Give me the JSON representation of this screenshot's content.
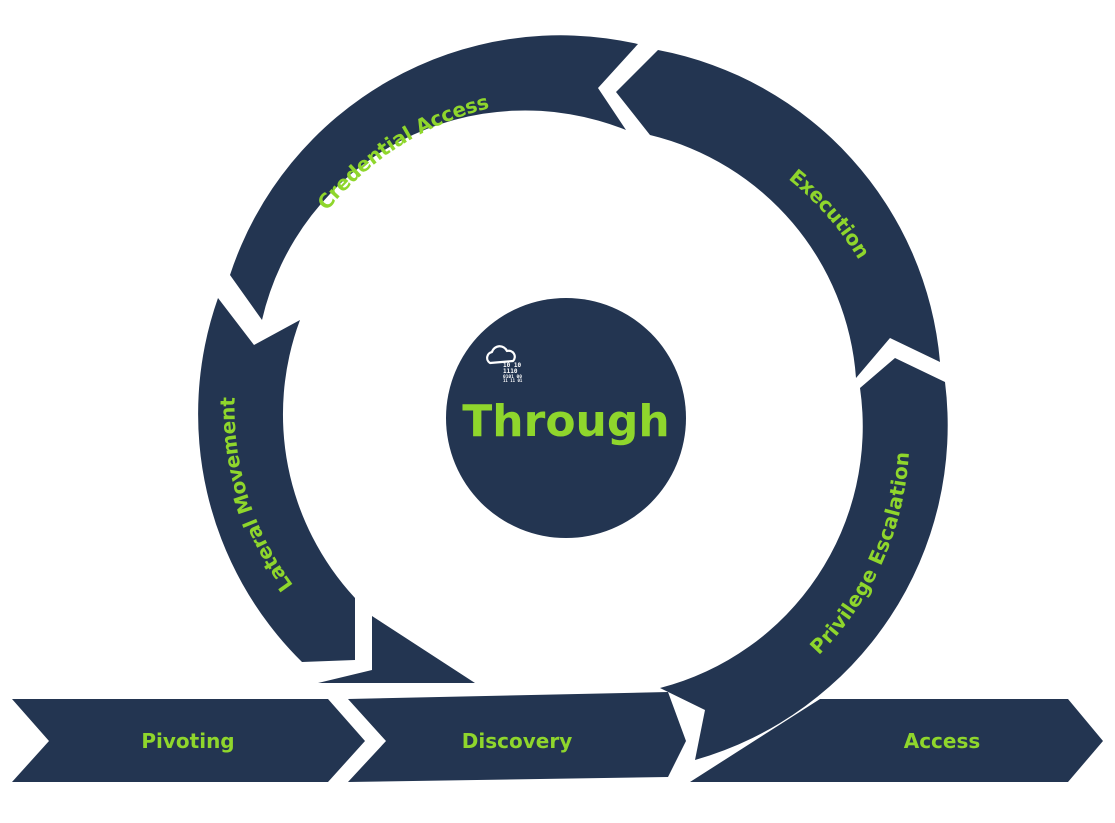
{
  "colors": {
    "navy": "#233551",
    "accent": "#8fd62c",
    "background": "#ffffff"
  },
  "center": {
    "title": "Through",
    "icon": "cloud-binary-icon",
    "binary_lines": [
      "10  10",
      "1110",
      "0101  00",
      "11  11 01"
    ]
  },
  "cycle": [
    {
      "id": "credential-access",
      "label": "Credential Access"
    },
    {
      "id": "execution",
      "label": "Execution"
    },
    {
      "id": "privilege-escalation",
      "label": "Privilege Escalation"
    },
    {
      "id": "lateral-movement",
      "label": "Lateral Movement"
    }
  ],
  "track": [
    {
      "id": "pivoting",
      "label": "Pivoting"
    },
    {
      "id": "discovery",
      "label": "Discovery"
    },
    {
      "id": "access",
      "label": "Access"
    }
  ]
}
